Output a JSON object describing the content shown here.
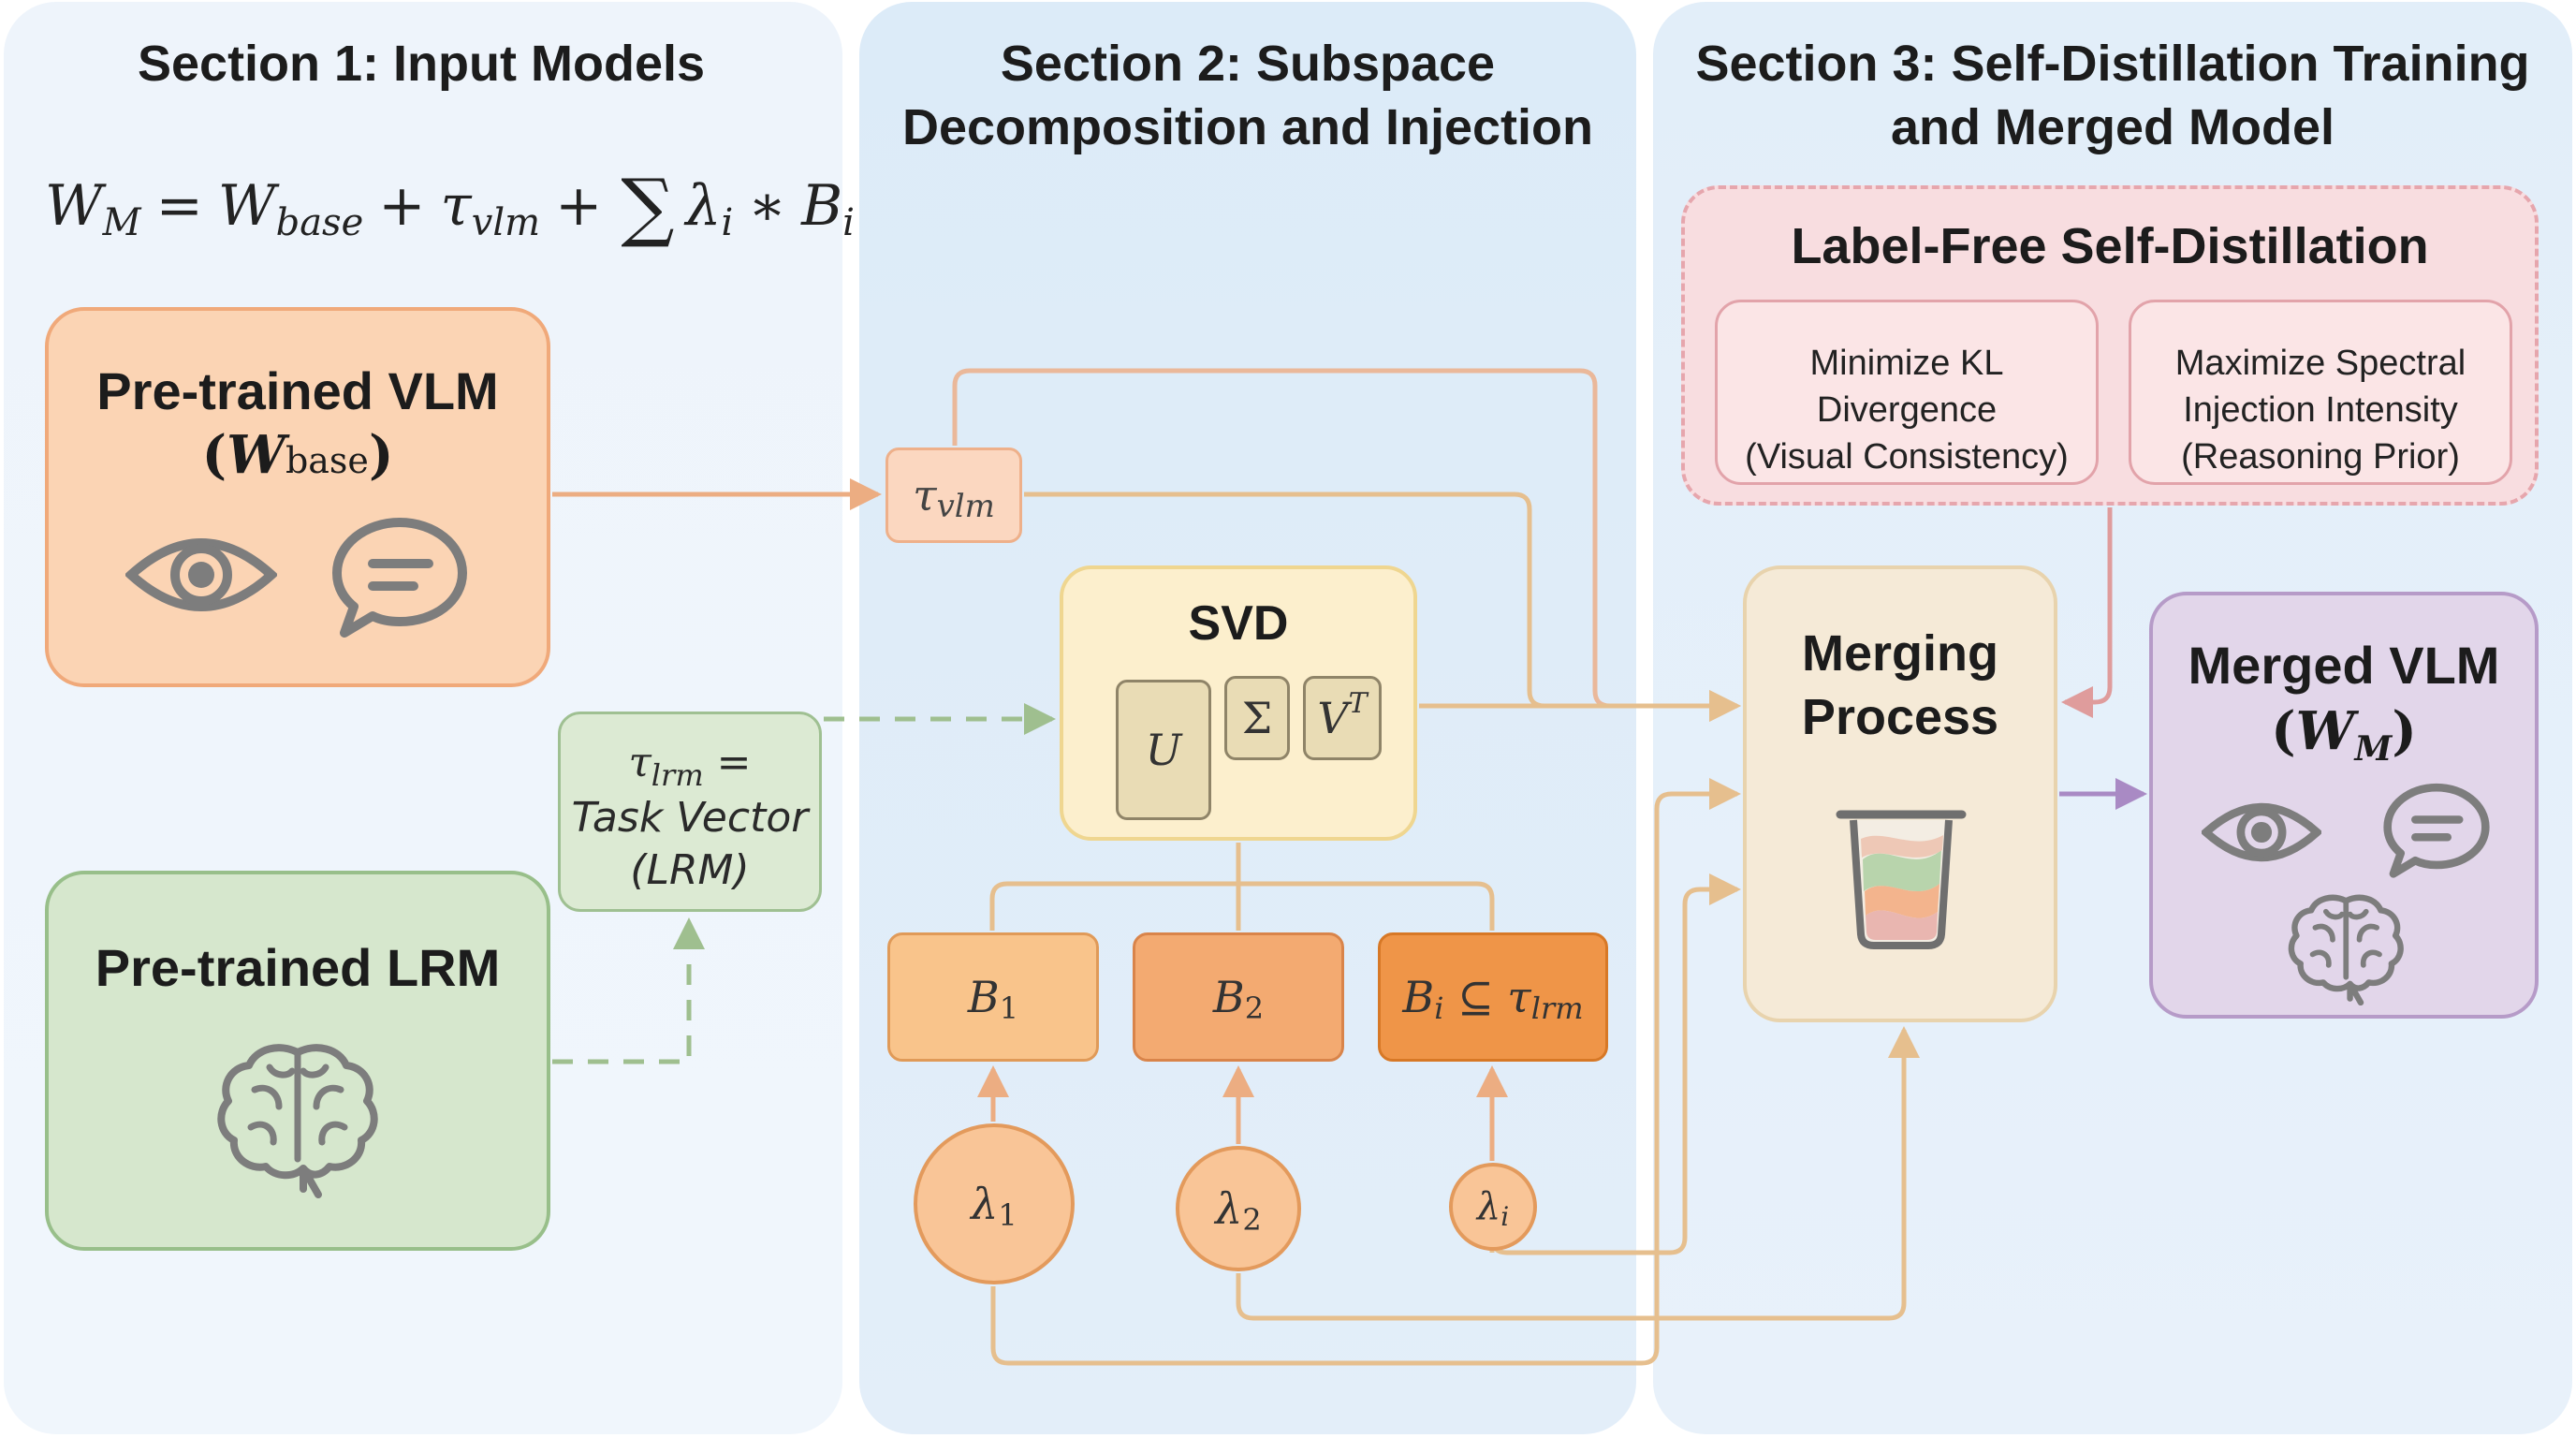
{
  "sections": {
    "s1_title": "Section 1: Input Models",
    "s2_title_l1": "Section 2: Subspace",
    "s2_title_l2": "Decomposition and Injection",
    "s3_title_l1": "Section 3: Self-Distillation Training",
    "s3_title_l2": "and Merged Model"
  },
  "formula": {
    "w": "W",
    "w_sub": "M",
    "eq": "=",
    "wbase": "W",
    "wbase_sub": "base",
    "plus1": "+",
    "tau": "τ",
    "tau_sub": "vlm",
    "plus2": "+",
    "sum": "∑",
    "lambda": "λ",
    "lambda_sub": "i",
    "star": "∗",
    "b": "B",
    "b_sub": "i"
  },
  "vlm": {
    "title": "Pre-trained VLM",
    "param_open": "(",
    "param_w": "W",
    "param_sub": "base",
    "param_close": ")"
  },
  "lrm": {
    "title": "Pre-trained LRM"
  },
  "tau_vlm": {
    "sym": "τ",
    "sub": "vlm"
  },
  "tau_lrm": {
    "sym": "τ",
    "sub": "lrm",
    "eq": " =",
    "line2": "Task Vector",
    "line3": "(LRM)"
  },
  "svd": {
    "title": "SVD",
    "u": "U",
    "sigma": "Σ",
    "v": "V",
    "v_sup": "T"
  },
  "b_blocks": [
    {
      "sym": "B",
      "sub": "1"
    },
    {
      "sym": "B",
      "sub": "2"
    },
    {
      "sym": "B",
      "sub": "i",
      "rel": " ⊆ τ",
      "rel_sub": "lrm"
    }
  ],
  "lambdas": [
    {
      "sym": "λ",
      "sub": "1"
    },
    {
      "sym": "λ",
      "sub": "2"
    },
    {
      "sym": "λ",
      "sub": "i"
    }
  ],
  "distill": {
    "title": "Label-Free Self-Distillation",
    "kl_lines": [
      "Minimize KL",
      "Divergence",
      "(Visual Consistency)"
    ],
    "spec_lines": [
      "Maximize Spectral",
      "Injection Intensity",
      "(Reasoning Prior)"
    ]
  },
  "merging": {
    "title_l1": "Merging",
    "title_l2": "Process"
  },
  "merged": {
    "title": "Merged VLM",
    "param_open": "(",
    "param_w": "W",
    "param_sub": "M",
    "param_close": ")"
  },
  "icons": [
    "eye-icon",
    "speech-bubble-icon",
    "brain-icon",
    "beaker-icon"
  ],
  "colors": {
    "vlm_fill": "#fbd4b4",
    "lrm_fill": "#d6e7cd",
    "svd_fill": "#fcefcd",
    "distill_fill": "#f8dde0",
    "merge_fill": "#f5ead7",
    "merged_fill": "#e2d6ea",
    "arrow_orange": "#ecad82",
    "arrow_tan": "#e6bf8e",
    "arrow_green": "#9fbf8f",
    "arrow_pink": "#df9c9c",
    "arrow_purple": "#a98ac4"
  }
}
